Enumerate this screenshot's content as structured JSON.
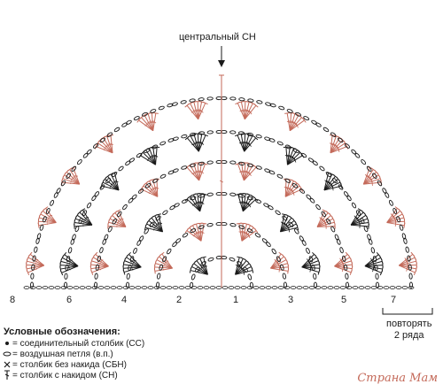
{
  "center_label": "центральный СН",
  "row_numbers": [
    "8",
    "6",
    "4",
    "2",
    "1",
    "3",
    "5",
    "7"
  ],
  "repeat_label": [
    "повторять",
    "2 ряда"
  ],
  "legend": {
    "title": "Условные обозначения:",
    "items": [
      {
        "symbol": "dot-icon",
        "text": "= соединительный столбик (СС)"
      },
      {
        "symbol": "chain-oval-icon",
        "text": "= воздушная петля (в.п.)"
      },
      {
        "symbol": "x-cross-icon",
        "text": "= столбик без накида (СБН)"
      },
      {
        "symbol": "t-stitch-icon",
        "text": "= столбик с накидом (СН)"
      }
    ]
  },
  "watermark": "Страна Мам",
  "colors": {
    "black": "#1a1a1a",
    "orange": "#c46a5a"
  }
}
